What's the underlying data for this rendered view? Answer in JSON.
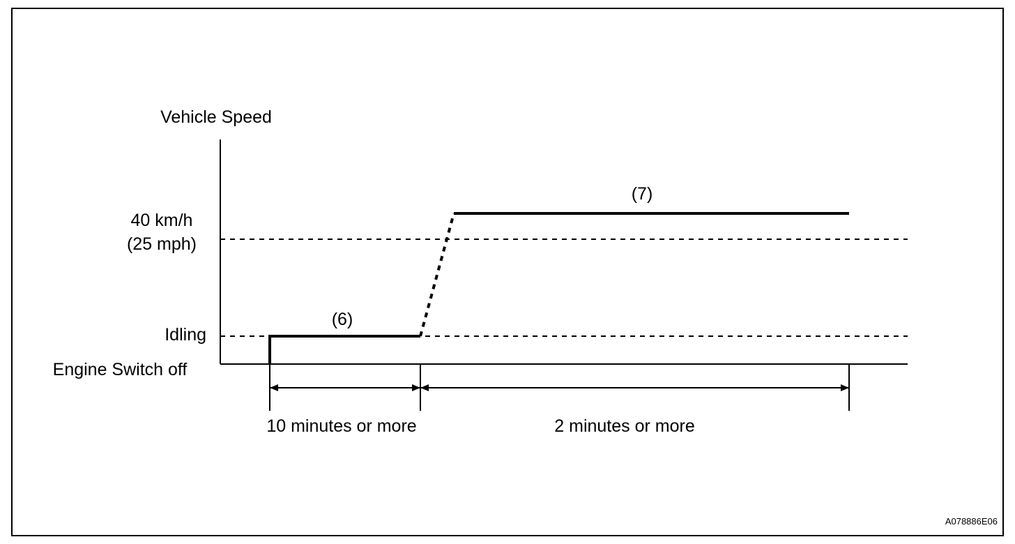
{
  "diagram": {
    "y_axis_title": "Vehicle Speed",
    "levels": {
      "speed_line1": "40 km/h",
      "speed_line2": "(25 mph)",
      "idling": "Idling",
      "engine_off": "Engine Switch off"
    },
    "steps": {
      "step_6": "(6)",
      "step_7": "(7)"
    },
    "durations": {
      "first": "10 minutes or more",
      "second": "2 minutes or more"
    },
    "figure_code": "A078886E06"
  }
}
